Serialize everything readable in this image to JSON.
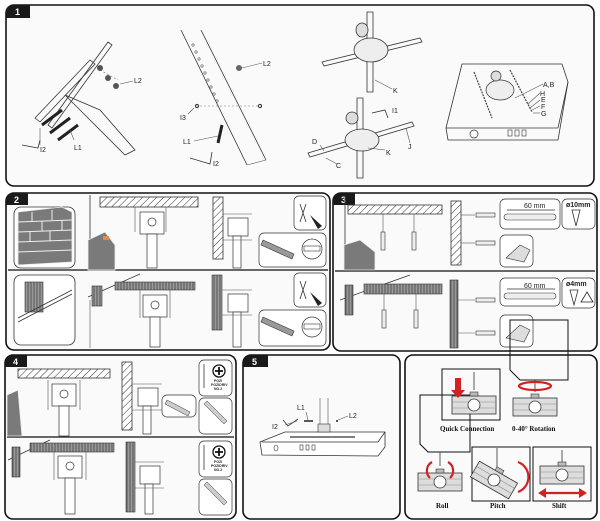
{
  "steps": [
    "1",
    "2",
    "3",
    "4",
    "5"
  ],
  "step1": {
    "labels": {
      "l2_a": "L2",
      "l1_a": "L1",
      "i2_a": "I2",
      "l2_b": "L2",
      "i3": "I3",
      "l1_b": "L1",
      "i2_b": "I2",
      "k_top": "K",
      "i1": "I1",
      "d": "D",
      "c": "C",
      "k_bottom": "K",
      "j": "J",
      "ab": "A,B",
      "h": "H",
      "e": "E",
      "f": "F",
      "g": "G"
    }
  },
  "step3": {
    "drill_length_top": "60 mm",
    "bit_top": "ø10mm",
    "drill_length_bottom": "60 mm",
    "bit_bottom": "ø4mm",
    "warning_icon": "warning-triangle-icon"
  },
  "step4": {
    "screwdriver_top": [
      "POZI",
      "POZIDRIV",
      "NO.2"
    ],
    "screwdriver_bottom": [
      "POZI",
      "POZIDRIV",
      "NO.2"
    ]
  },
  "step5": {
    "labels": {
      "l1": "L1",
      "l2": "L2",
      "i2": "I2"
    }
  },
  "features": {
    "quick_connection": "Quick Connection",
    "rotation": "0-40° Rotation",
    "roll": "Roll",
    "pitch": "Pitch",
    "shift": "Shift"
  },
  "colors": {
    "arrow": "#d42020",
    "panel_border": "#111111",
    "brick": "#7a7a7a"
  }
}
